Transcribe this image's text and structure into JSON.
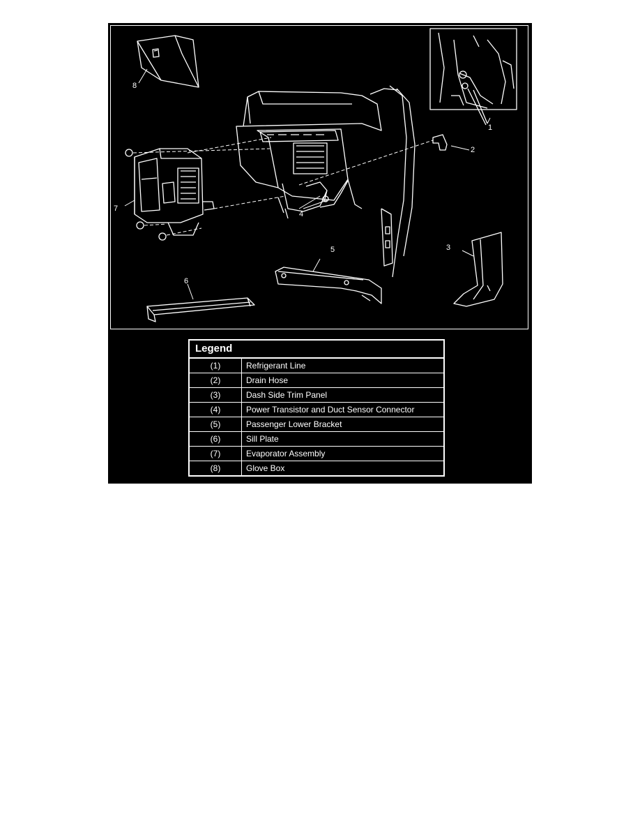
{
  "callouts": [
    "1",
    "2",
    "3",
    "4",
    "5",
    "6",
    "7",
    "8"
  ],
  "legend": {
    "title": "Legend",
    "items": [
      {
        "num": "(1)",
        "desc": "Refrigerant Line"
      },
      {
        "num": "(2)",
        "desc": "Drain Hose"
      },
      {
        "num": "(3)",
        "desc": "Dash Side Trim Panel"
      },
      {
        "num": "(4)",
        "desc": "Power Transistor and Duct Sensor Connector"
      },
      {
        "num": "(5)",
        "desc": "Passenger Lower Bracket"
      },
      {
        "num": "(6)",
        "desc": "Sill Plate"
      },
      {
        "num": "(7)",
        "desc": "Evaporator Assembly"
      },
      {
        "num": "(8)",
        "desc": "Glove Box"
      }
    ]
  }
}
